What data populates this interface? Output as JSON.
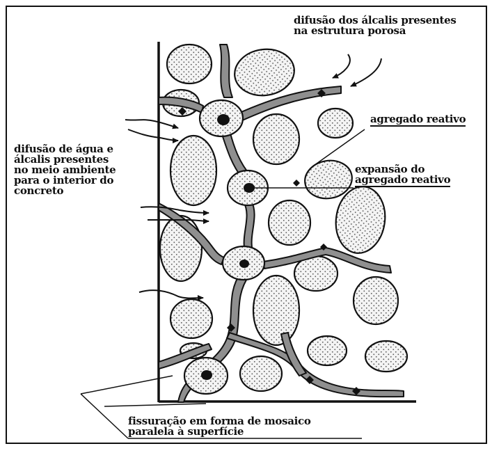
{
  "figure": {
    "labels": {
      "surface_alkali_diffusion": [
        "difusão dos álcalis presentes",
        "na estrutura porosa"
      ],
      "reactive_aggregate": "agregado reativo",
      "aggregate_expansion": [
        "expansão do",
        "agregado reativo"
      ],
      "water_alkali_diffusion": [
        "difusão de água e",
        "álcalis presentes",
        "no meio ambiente",
        "para o interior do",
        "concreto"
      ],
      "mosaic_cracking": [
        "fissuração em forma de mosaico",
        "paralela à superfície"
      ]
    },
    "colors": {
      "ink": "#111111",
      "crack_fill": "#8f8f8f",
      "aggregate_fill": "#f2f2f2",
      "stipple": "#555555"
    }
  }
}
